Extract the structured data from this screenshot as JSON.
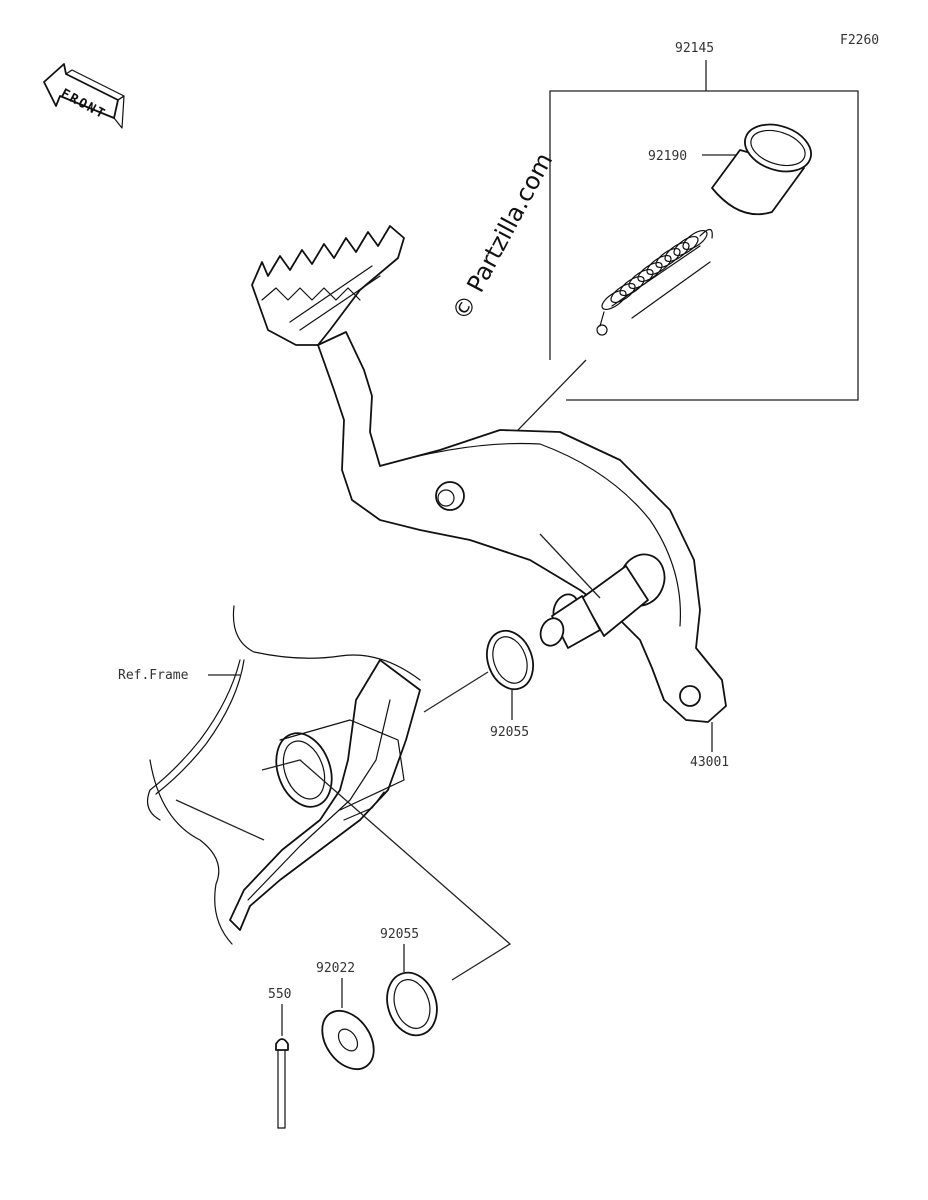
{
  "figure_code": "F2260",
  "front_indicator": "FRONT",
  "watermark": "© Partzilla.com",
  "reference_label": "Ref.Frame",
  "callouts": {
    "spring_kit": "92145",
    "sleeve": "92190",
    "pedal": "43001",
    "seal_upper": "92055",
    "seal_lower": "92055",
    "washer": "92022",
    "cotter_pin": "550"
  }
}
